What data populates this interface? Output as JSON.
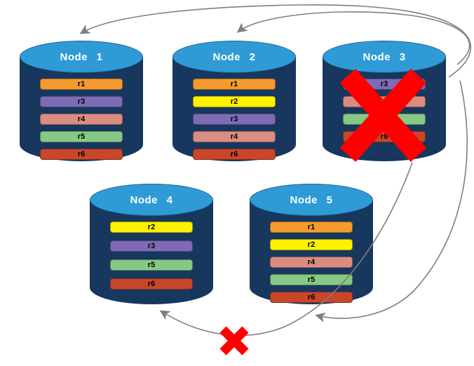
{
  "diagram": {
    "background": "#FFFFFF",
    "arrow_color": "#7F7F7F",
    "failure_color": "#FF0000",
    "cylinder_body_color": "#17375E",
    "cylinder_cap_color": "#2E9BD6"
  },
  "nodes": [
    {
      "title": "Node 1",
      "records": [
        {
          "label": "r1",
          "color": "#F59B2D"
        },
        {
          "label": "r3",
          "color": "#7E6BB5"
        },
        {
          "label": "r4",
          "color": "#D98D80"
        },
        {
          "label": "r5",
          "color": "#85C985"
        },
        {
          "label": "r6",
          "color": "#C8472B"
        }
      ]
    },
    {
      "title": "Node 2",
      "records": [
        {
          "label": "r1",
          "color": "#F59B2D"
        },
        {
          "label": "r2",
          "color": "#FFF100"
        },
        {
          "label": "r3",
          "color": "#7E6BB5"
        },
        {
          "label": "r4",
          "color": "#D98D80"
        },
        {
          "label": "r6",
          "color": "#C8472B"
        }
      ]
    },
    {
      "title": "Node 3",
      "status": "failed",
      "records": [
        {
          "label": "r3",
          "color": "#7E6BB5"
        },
        {
          "label": "r4",
          "color": "#D98D80"
        },
        {
          "label": "r5",
          "color": "#85C985"
        },
        {
          "label": "r6",
          "color": "#C8472B"
        }
      ]
    },
    {
      "title": "Node 4",
      "records": [
        {
          "label": "r2",
          "color": "#FFF100"
        },
        {
          "label": "r3",
          "color": "#7E6BB5"
        },
        {
          "label": "r5",
          "color": "#85C985"
        },
        {
          "label": "r6",
          "color": "#C8472B"
        }
      ]
    },
    {
      "title": "Node 5",
      "records": [
        {
          "label": "r1",
          "color": "#F59B2D"
        },
        {
          "label": "r2",
          "color": "#FFF100"
        },
        {
          "label": "r4",
          "color": "#D98D80"
        },
        {
          "label": "r5",
          "color": "#85C985"
        },
        {
          "label": "r6",
          "color": "#C8472B"
        }
      ]
    }
  ]
}
